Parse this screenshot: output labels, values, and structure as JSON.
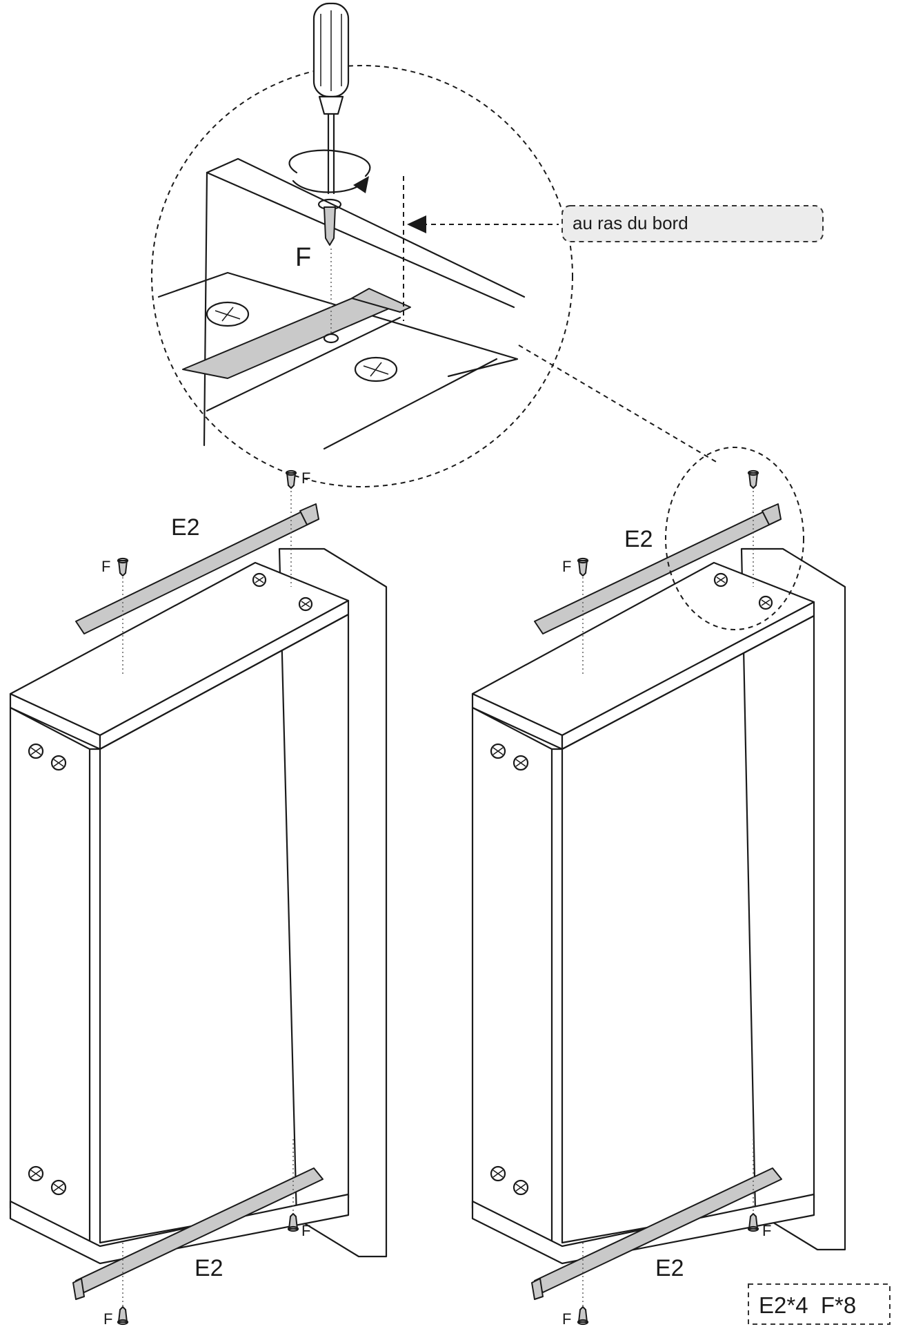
{
  "callout": {
    "text": "au ras du bord"
  },
  "zoom": {
    "screw_label": "F"
  },
  "left_cabinet": {
    "top_rail_label": "E2",
    "bottom_rail_label": "E2",
    "screw_labels": [
      "F",
      "F",
      "F",
      "F"
    ]
  },
  "right_cabinet": {
    "top_rail_label": "E2",
    "bottom_rail_label": "E2",
    "screw_labels": [
      "F",
      "F",
      "F"
    ]
  },
  "parts_box": {
    "text": "E2*4  F*8"
  }
}
